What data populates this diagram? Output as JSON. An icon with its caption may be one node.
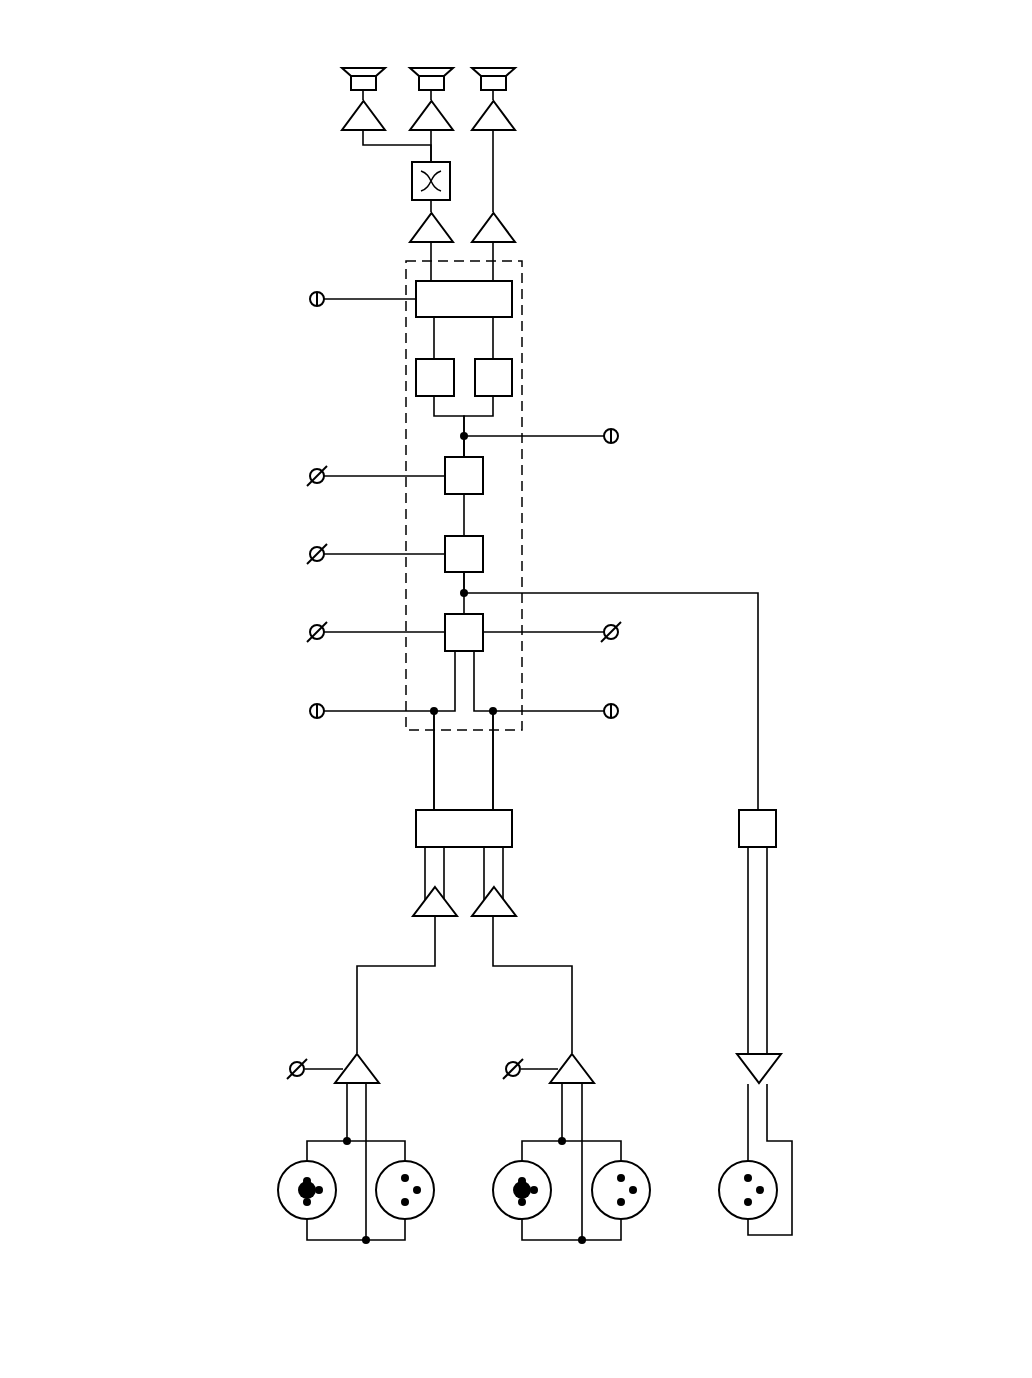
{
  "diagram": {
    "nodes": [
      {
        "text": [],
        "shape": "speaker"
      },
      {
        "text": [],
        "shape": "speaker"
      },
      {
        "text": [],
        "shape": "speaker"
      },
      {
        "text": [],
        "shape": "triangle"
      },
      {
        "text": [],
        "shape": "triangle"
      },
      {
        "text": [],
        "shape": "triangle"
      },
      {
        "text": [],
        "shape": "crossover"
      },
      {
        "text": [],
        "shape": "triangle"
      },
      {
        "text": [],
        "shape": "triangle"
      },
      {
        "text": [],
        "shape": "box"
      },
      {
        "text": [],
        "shape": "box",
        "in": 9
      },
      {
        "text": [],
        "shape": "box",
        "in": 9
      },
      {
        "text": [],
        "shape": "box",
        "in": 9
      },
      {
        "text": [],
        "shape": "knob"
      },
      {
        "text": [],
        "shape": "knob"
      },
      {
        "text": [],
        "shape": "box",
        "in": 9
      },
      {
        "text": [],
        "shape": "phase"
      },
      {
        "text": [],
        "shape": "box",
        "in": 9
      },
      {
        "text": [],
        "shape": "phase"
      },
      {
        "text": [],
        "shape": "box",
        "in": 9
      },
      {
        "text": [],
        "shape": "phase"
      },
      {
        "text": [],
        "shape": "phase"
      },
      {
        "text": [],
        "shape": "knob"
      },
      {
        "text": [],
        "shape": "knob"
      },
      {
        "text": [],
        "shape": "box"
      },
      {
        "text": [],
        "shape": "box"
      },
      {
        "text": [],
        "shape": "triangle"
      },
      {
        "text": [],
        "shape": "triangle"
      },
      {
        "text": [],
        "shape": "triangle"
      },
      {
        "text": [],
        "shape": "triangle"
      },
      {
        "text": [],
        "shape": "phase"
      },
      {
        "text": [],
        "shape": "phase"
      },
      {
        "text": [],
        "shape": "triangle-down"
      },
      {
        "text": [],
        "shape": "combo-jack"
      },
      {
        "text": [],
        "shape": "xlr-jack"
      },
      {
        "text": [],
        "shape": "combo-jack"
      },
      {
        "text": [],
        "shape": "xlr-jack"
      },
      {
        "text": [],
        "shape": "xlr-jack"
      }
    ],
    "edges": [
      {
        "from": 0,
        "to": 3,
        "arrow": "none"
      },
      {
        "from": 1,
        "to": 4,
        "arrow": "none"
      },
      {
        "from": 2,
        "to": 5,
        "arrow": "none"
      },
      {
        "from": 3,
        "to": 6,
        "arrow": "none"
      },
      {
        "from": 4,
        "to": 6,
        "arrow": "none"
      },
      {
        "from": 6,
        "to": 7,
        "arrow": "none"
      },
      {
        "from": 5,
        "to": 8,
        "arrow": "none"
      },
      {
        "from": 7,
        "to": 10,
        "arrow": "none"
      },
      {
        "from": 8,
        "to": 10,
        "arrow": "none"
      },
      {
        "from": 13,
        "to": 10,
        "arrow": "none"
      },
      {
        "from": 10,
        "to": 11,
        "arrow": "none"
      },
      {
        "from": 10,
        "to": 12,
        "arrow": "none"
      },
      {
        "from": 11,
        "to": 15,
        "arrow": "none"
      },
      {
        "from": 12,
        "to": 15,
        "arrow": "none"
      },
      {
        "from": 14,
        "to": 15,
        "arrow": "none"
      },
      {
        "from": 16,
        "to": 15,
        "arrow": "none"
      },
      {
        "from": 15,
        "to": 17,
        "arrow": "none"
      },
      {
        "from": 18,
        "to": 17,
        "arrow": "none"
      },
      {
        "from": 17,
        "to": 19,
        "arrow": "none"
      },
      {
        "from": 17,
        "to": 25,
        "arrow": "none"
      },
      {
        "from": 20,
        "to": 19,
        "arrow": "none"
      },
      {
        "from": 21,
        "to": 19,
        "arrow": "none"
      },
      {
        "from": 19,
        "to": 24,
        "arrow": "none"
      },
      {
        "from": 19,
        "to": 24,
        "arrow": "none"
      },
      {
        "from": 22,
        "to": 24,
        "arrow": "none"
      },
      {
        "from": 23,
        "to": 24,
        "arrow": "none"
      },
      {
        "from": 24,
        "to": 26,
        "arrow": "none"
      },
      {
        "from": 24,
        "to": 27,
        "arrow": "none"
      },
      {
        "from": 26,
        "to": 28,
        "arrow": "none"
      },
      {
        "from": 27,
        "to": 29,
        "arrow": "none"
      },
      {
        "from": 30,
        "to": 28,
        "arrow": "none"
      },
      {
        "from": 31,
        "to": 29,
        "arrow": "none"
      },
      {
        "from": 28,
        "to": 33,
        "arrow": "none"
      },
      {
        "from": 28,
        "to": 34,
        "arrow": "none"
      },
      {
        "from": 29,
        "to": 35,
        "arrow": "none"
      },
      {
        "from": 29,
        "to": 36,
        "arrow": "none"
      },
      {
        "from": 25,
        "to": 32,
        "arrow": "none"
      },
      {
        "from": 32,
        "to": 37,
        "arrow": "none"
      },
      {
        "from": 32,
        "to": 37,
        "arrow": "none"
      }
    ]
  }
}
